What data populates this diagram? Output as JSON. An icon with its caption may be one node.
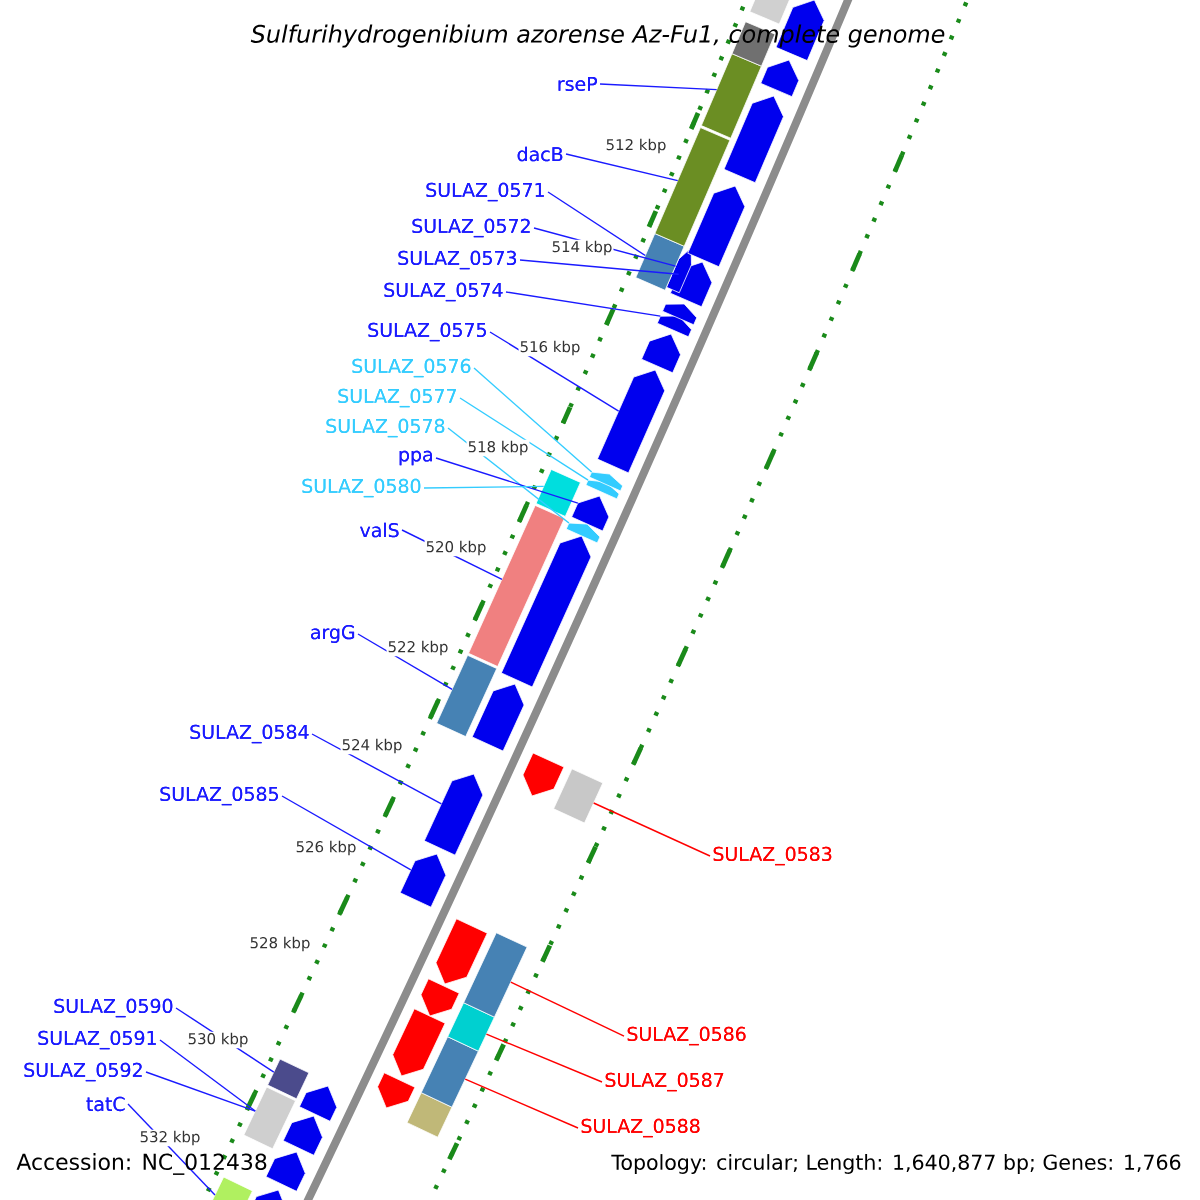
{
  "diagram": {
    "title": "Sulfurihydrogenibium azorense Az-Fu1, complete genome",
    "nodes": [
      {
        "text": [
          "rseP"
        ]
      },
      {
        "text": [
          "dacB"
        ]
      },
      {
        "text": [
          "SULAZ_0571"
        ]
      },
      {
        "text": [
          "SULAZ_0572"
        ]
      },
      {
        "text": [
          "SULAZ_0573"
        ]
      },
      {
        "text": [
          "SULAZ_0574"
        ]
      },
      {
        "text": [
          "SULAZ_0575"
        ]
      },
      {
        "text": [
          "SULAZ_0576"
        ]
      },
      {
        "text": [
          "SULAZ_0577"
        ]
      },
      {
        "text": [
          "SULAZ_0578"
        ]
      },
      {
        "text": [
          "ppa"
        ]
      },
      {
        "text": [
          "SULAZ_0580"
        ]
      },
      {
        "text": [
          "valS"
        ]
      },
      {
        "text": [
          "argG"
        ]
      },
      {
        "text": [
          "SULAZ_0584"
        ]
      },
      {
        "text": [
          "SULAZ_0585"
        ]
      },
      {
        "text": [
          "SULAZ_0583"
        ]
      },
      {
        "text": [
          "SULAZ_0590"
        ]
      },
      {
        "text": [
          "SULAZ_0586"
        ]
      },
      {
        "text": [
          "SULAZ_0591"
        ]
      },
      {
        "text": [
          "SULAZ_0587"
        ]
      },
      {
        "text": [
          "SULAZ_0592"
        ]
      },
      {
        "text": [
          "SULAZ_0588"
        ]
      },
      {
        "text": [
          "tatC"
        ]
      },
      {
        "text": [],
        "shape": "bar"
      },
      {
        "text": [],
        "shape": "pentagon"
      },
      {
        "text": [],
        "shape": "bar"
      },
      {
        "text": [],
        "shape": "pentagon"
      },
      {
        "text": [],
        "shape": "bar"
      },
      {
        "text": [],
        "shape": "pentagon"
      },
      {
        "text": [],
        "shape": "bar"
      },
      {
        "text": [],
        "shape": "pentagon"
      },
      {
        "text": [],
        "shape": "bar"
      },
      {
        "text": [],
        "shape": "pentagon"
      },
      {
        "text": [],
        "shape": "pentagon"
      },
      {
        "text": [],
        "shape": "pentagon"
      },
      {
        "text": [],
        "shape": "pentagon"
      },
      {
        "text": [],
        "shape": "pentagon"
      },
      {
        "text": [],
        "shape": "pentagon"
      },
      {
        "text": [],
        "shape": "pentagon"
      },
      {
        "text": [],
        "shape": "bar"
      },
      {
        "text": [],
        "shape": "pentagon"
      },
      {
        "text": [],
        "shape": "pentagon"
      },
      {
        "text": [],
        "shape": "bar"
      },
      {
        "text": [],
        "shape": "pentagon"
      },
      {
        "text": [],
        "shape": "pentagon"
      },
      {
        "text": [],
        "shape": "bar"
      },
      {
        "text": [],
        "shape": "pentagon"
      },
      {
        "text": [],
        "shape": "pentagon"
      },
      {
        "text": [],
        "shape": "pentagon"
      },
      {
        "text": [],
        "shape": "bar"
      },
      {
        "text": [],
        "shape": "pentagon"
      },
      {
        "text": [],
        "shape": "pentagon"
      },
      {
        "text": [],
        "shape": "bar"
      },
      {
        "text": [],
        "shape": "pentagon"
      },
      {
        "text": [],
        "shape": "bar"
      },
      {
        "text": [],
        "shape": "pentagon"
      },
      {
        "text": [],
        "shape": "bar"
      },
      {
        "text": [],
        "shape": "bar"
      },
      {
        "text": [],
        "shape": "pentagon"
      },
      {
        "text": [],
        "shape": "pentagon"
      },
      {
        "text": [],
        "shape": "bar"
      },
      {
        "text": [],
        "shape": "bar"
      },
      {
        "text": [],
        "shape": "pentagon"
      },
      {
        "text": [],
        "shape": "pentagon"
      },
      {
        "text": [],
        "shape": "bar"
      },
      {
        "text": [],
        "shape": "pentagon"
      }
    ],
    "edges": [
      {
        "from": 0,
        "to": 28,
        "arrow": "none"
      },
      {
        "from": 1,
        "to": 30,
        "arrow": "none"
      },
      {
        "from": 2,
        "to": 32,
        "arrow": "none"
      },
      {
        "from": 3,
        "to": 33,
        "arrow": "none"
      },
      {
        "from": 4,
        "to": 34,
        "arrow": "none"
      },
      {
        "from": 5,
        "to": 36,
        "arrow": "none"
      },
      {
        "from": 6,
        "to": 38,
        "arrow": "none"
      },
      {
        "from": 7,
        "to": 39,
        "arrow": "none",
        "color": "#33ccff"
      },
      {
        "from": 8,
        "to": 41,
        "arrow": "none",
        "color": "#33ccff"
      },
      {
        "from": 9,
        "to": 44,
        "arrow": "none",
        "color": "#33ccff"
      },
      {
        "from": 10,
        "to": 42,
        "arrow": "none"
      },
      {
        "from": 11,
        "to": 40,
        "arrow": "none",
        "color": "#33ccff"
      },
      {
        "from": 12,
        "to": 43,
        "arrow": "none"
      },
      {
        "from": 13,
        "to": 46,
        "arrow": "none"
      },
      {
        "from": 14,
        "to": 49,
        "arrow": "none"
      },
      {
        "from": 15,
        "to": 51,
        "arrow": "none"
      },
      {
        "from": 16,
        "to": 50,
        "arrow": "none",
        "color": "#ff0000"
      },
      {
        "from": 17,
        "to": 58,
        "arrow": "none"
      },
      {
        "from": 18,
        "to": 53,
        "arrow": "none",
        "color": "#ff0000"
      },
      {
        "from": 19,
        "to": 61,
        "arrow": "none"
      },
      {
        "from": 20,
        "to": 55,
        "arrow": "none",
        "color": "#ff0000"
      },
      {
        "from": 21,
        "to": 61,
        "arrow": "none"
      },
      {
        "from": 22,
        "to": 57,
        "arrow": "none",
        "color": "#ff0000"
      },
      {
        "from": 23,
        "to": 65,
        "arrow": "none"
      }
    ],
    "labels": [
      "512 kbp",
      "514 kbp",
      "516 kbp",
      "518 kbp",
      "520 kbp",
      "522 kbp",
      "524 kbp",
      "526 kbp",
      "528 kbp",
      "530 kbp",
      "532 kbp",
      "Accession: NC_012438",
      "Topology: circular; Length: 1,640,877 bp; Genes: 1,766"
    ]
  }
}
